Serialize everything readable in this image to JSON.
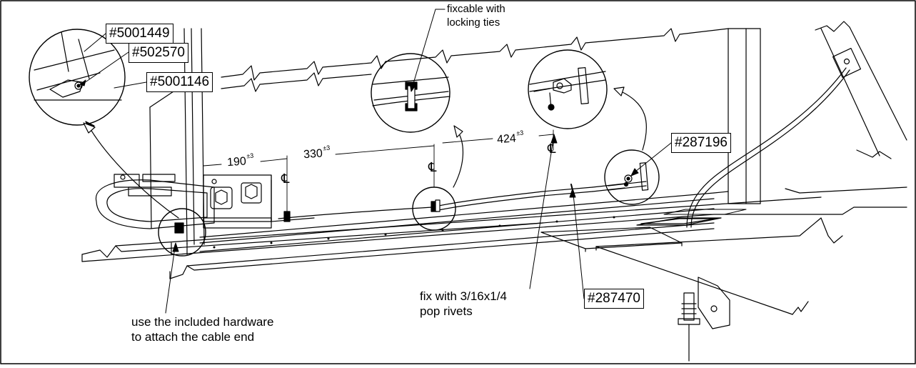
{
  "part_numbers": {
    "p5001449": "#5001449",
    "p502570": "#502570",
    "p5001146": "#5001146",
    "p287196": "#287196",
    "p287470": "#287470"
  },
  "notes": {
    "fixcable_line1": "fixcable with",
    "fixcable_line2": "locking ties",
    "rivets_line1": "fix with  3/16x1/4",
    "rivets_line2": "pop rivets",
    "hardware_line1": "use the included hardware",
    "hardware_line2": "to attach the cable end"
  },
  "dimensions": {
    "d190": "190",
    "d330": "330",
    "d424": "424",
    "tolerance": "±3"
  },
  "symbols": {
    "centerline": "℄"
  }
}
